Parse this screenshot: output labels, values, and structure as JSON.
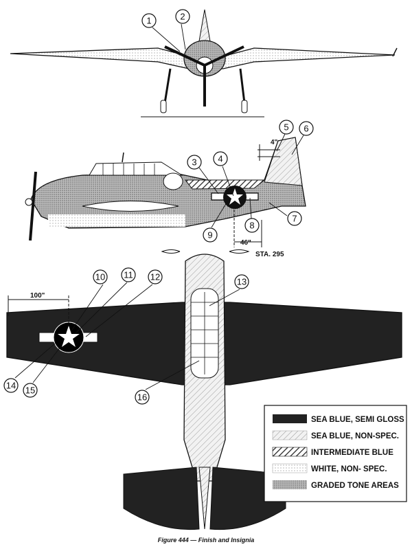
{
  "callouts": [
    "1",
    "2",
    "3",
    "4",
    "5",
    "6",
    "7",
    "8",
    "9",
    "10",
    "11",
    "12",
    "13",
    "14",
    "15",
    "16"
  ],
  "dimensions": {
    "tail_height": "4\"",
    "fuselage_offset": "46\"",
    "station": "STA. 295",
    "wing_offset": "100\""
  },
  "legend": [
    {
      "label": "SEA BLUE, SEMI GLOSS",
      "color": "#1a1a1a"
    },
    {
      "label": "SEA BLUE, NON-SPEC.",
      "color": "#bbbbbb"
    },
    {
      "label": "INTERMEDIATE BLUE",
      "color": "#333333"
    },
    {
      "label": "WHITE, NON- SPEC.",
      "color": "#dddddd"
    },
    {
      "label": "GRADED TONE AREAS",
      "color": "#888888"
    }
  ],
  "caption": "Figure 444 — Finish and Insignia"
}
